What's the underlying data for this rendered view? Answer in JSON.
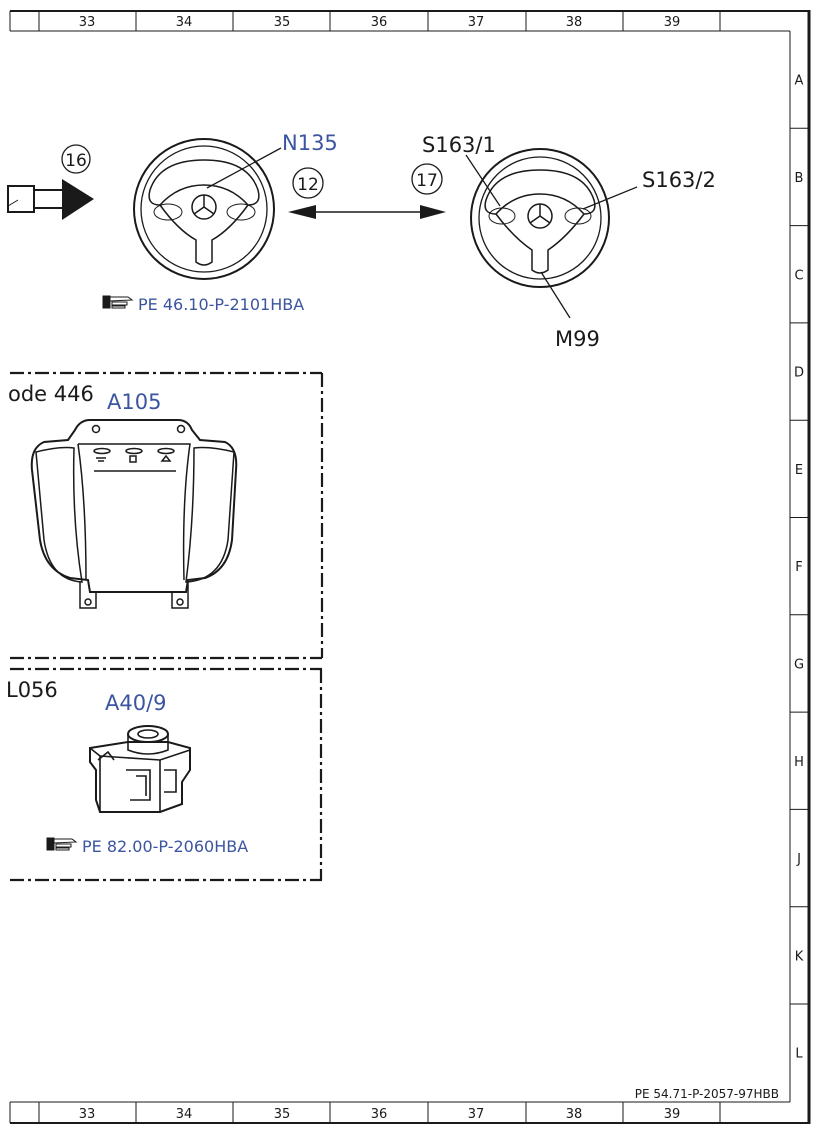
{
  "columns": [
    "33",
    "34",
    "35",
    "36",
    "37",
    "38",
    "39"
  ],
  "rows": [
    "A",
    "B",
    "C",
    "D",
    "E",
    "F",
    "G",
    "H",
    "J",
    "K",
    "L"
  ],
  "steering_left": {
    "callout": "16",
    "component": "N135",
    "reference": "PE 46.10-P-2101HBA",
    "reference_icon": "pointing-hand-icon"
  },
  "arrow_connector": {
    "callout_left": "12",
    "callout_right": "17"
  },
  "steering_right": {
    "label_left": "S163/1",
    "label_right": "S163/2",
    "label_bottom": "M99"
  },
  "overhead_box": {
    "code_label": "ode 446",
    "component": "A105"
  },
  "switch_box": {
    "code_label": "L056",
    "component": "A40/9",
    "reference": "PE 82.00-P-2060HBA",
    "reference_icon": "pointing-hand-icon"
  },
  "footer": {
    "doc_id": "PE 54.71-P-2057-97HBB"
  },
  "colors": {
    "reference_blue": "#3b55a0",
    "line": "#1a1a1a"
  }
}
